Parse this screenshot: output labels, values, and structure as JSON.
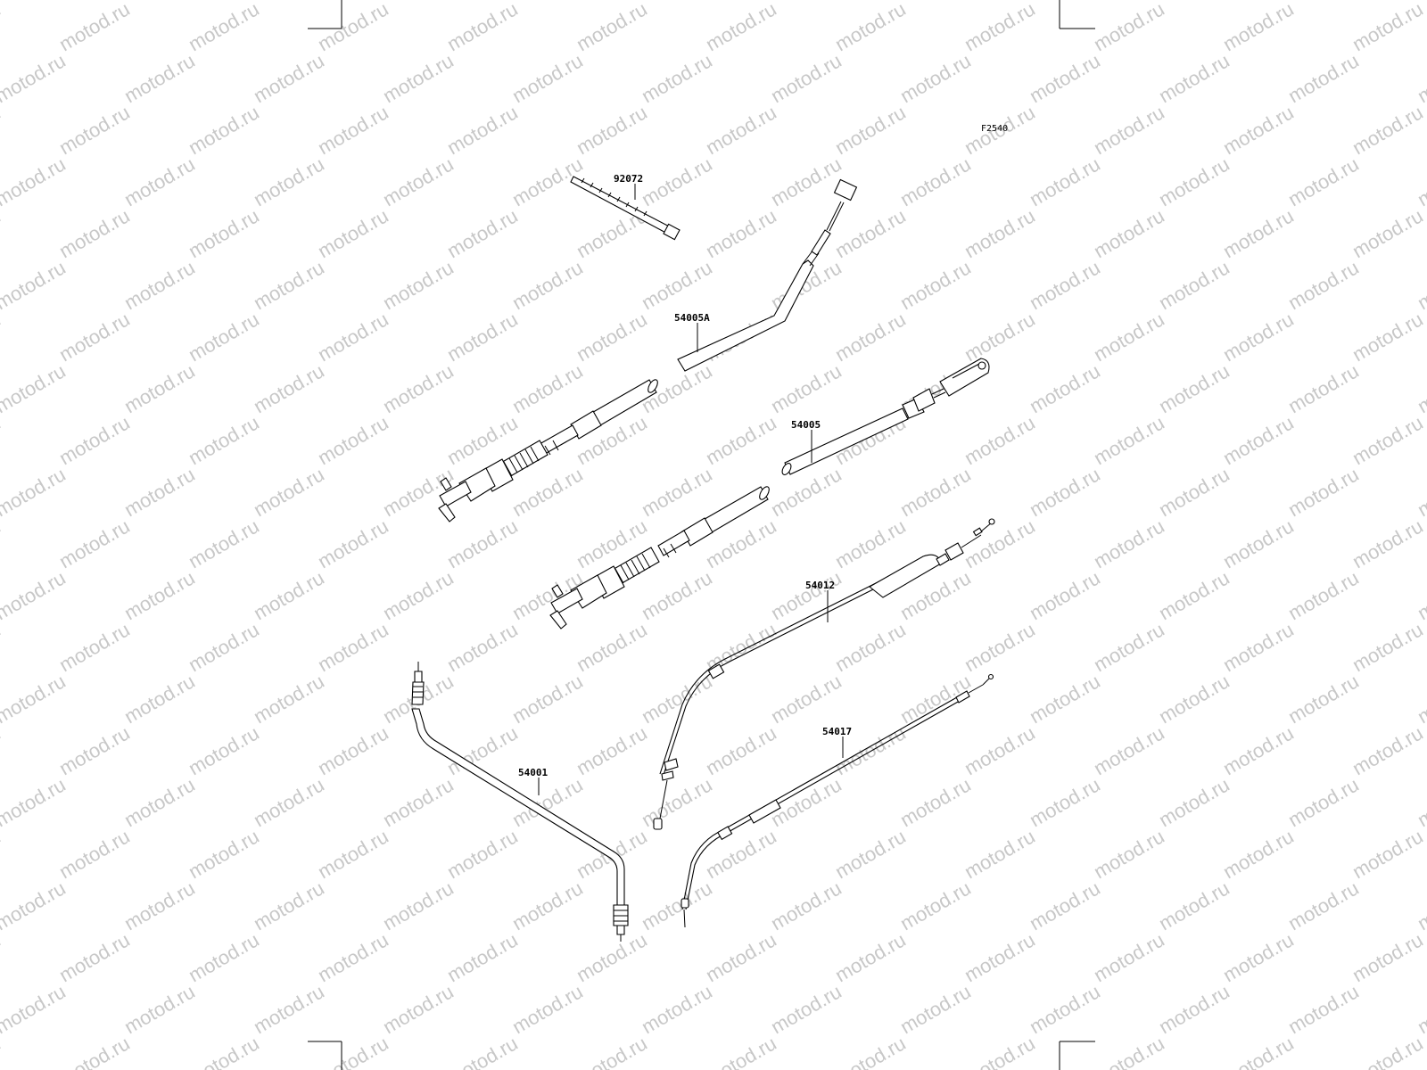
{
  "diagram": {
    "figure_ref": "F2540",
    "watermark": "motod.ru",
    "parts": [
      {
        "id": "p92072",
        "number": "92072",
        "kind": "cable-tie"
      },
      {
        "id": "p54005A",
        "number": "54005A",
        "kind": "brake-cable"
      },
      {
        "id": "p54005",
        "number": "54005",
        "kind": "brake-cable"
      },
      {
        "id": "p54012",
        "number": "54012",
        "kind": "clutch-cable"
      },
      {
        "id": "p54017",
        "number": "54017",
        "kind": "throttle-cable"
      },
      {
        "id": "p54001",
        "number": "54001",
        "kind": "speedometer-cable"
      }
    ]
  }
}
